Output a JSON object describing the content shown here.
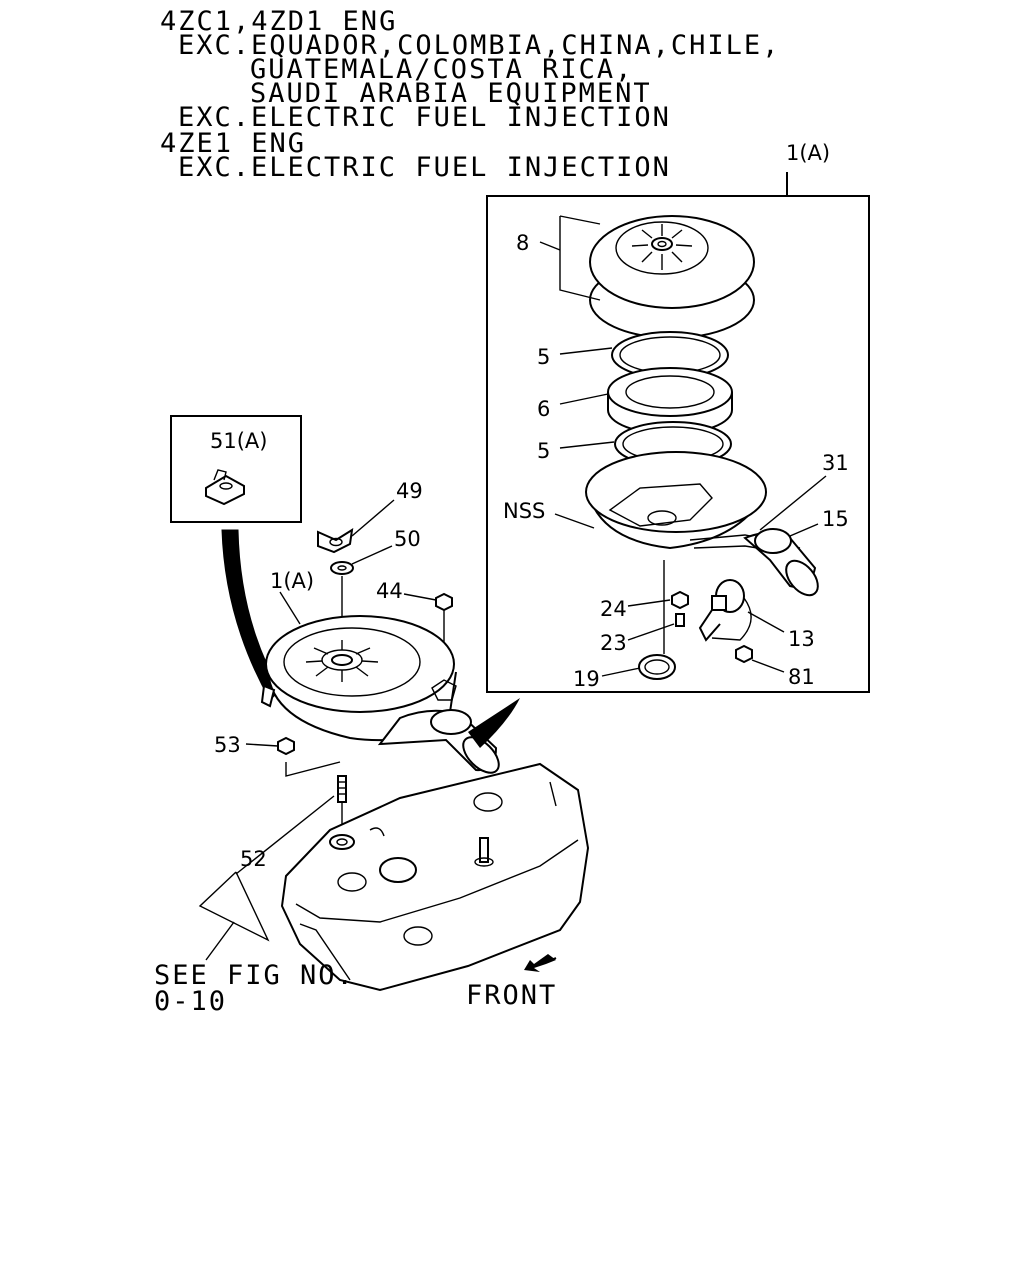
{
  "header": {
    "lines": [
      "4ZC1,4ZD1 ENG",
      "EXC.EQUADOR,COLOMBIA,CHINA,CHILE,",
      "GUATEMALA/COSTA RICA,",
      "SAUDI ARABIA EQUIPMENT",
      "EXC.ELECTRIC FUEL INJECTION",
      "4ZE1 ENG",
      "EXC.ELECTRIC FUEL INJECTION"
    ]
  },
  "callouts": {
    "assembly_top": "1(A)",
    "assembly_main": "1(A)",
    "c8": "8",
    "c5a": "5",
    "c6": "6",
    "c5b": "5",
    "c31": "31",
    "c15": "15",
    "nss": "NSS",
    "c24": "24",
    "c23": "23",
    "c13": "13",
    "c19": "19",
    "c81": "81",
    "c51": "51(A)",
    "c49": "49",
    "c50": "50",
    "c44": "44",
    "c53": "53",
    "c52": "52"
  },
  "reference": {
    "line1": "SEE FIG NO.",
    "line2": "0-10"
  },
  "direction": {
    "label": "FRONT"
  }
}
